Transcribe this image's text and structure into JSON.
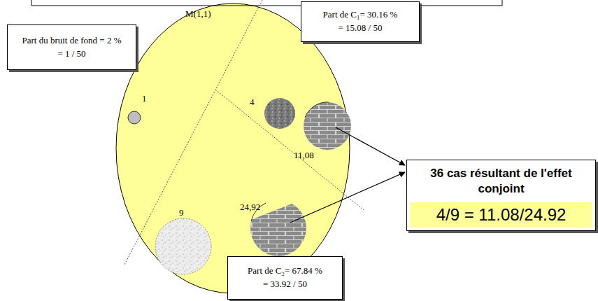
{
  "diagram": {
    "nodes": [
      {
        "text": [
          "M(1,1)"
        ]
      },
      {
        "text": [
          "Part du bruit de fond = 2 %",
          "= 1 / 50"
        ]
      },
      {
        "text": [
          "Part de C₁= 30.16 %",
          "= 15.08 / 50"
        ]
      },
      {
        "text": [
          "Part de C₂= 67.84 %",
          "= 33.92 / 50"
        ]
      },
      {
        "text": [
          "36 cas résultant de l'effet conjoint"
        ]
      },
      {
        "text": [
          "4/9 = 11.08/24.92"
        ],
        "in": 4
      }
    ],
    "labels": [
      "1",
      "4",
      "11,08",
      "24,92",
      "9"
    ]
  }
}
